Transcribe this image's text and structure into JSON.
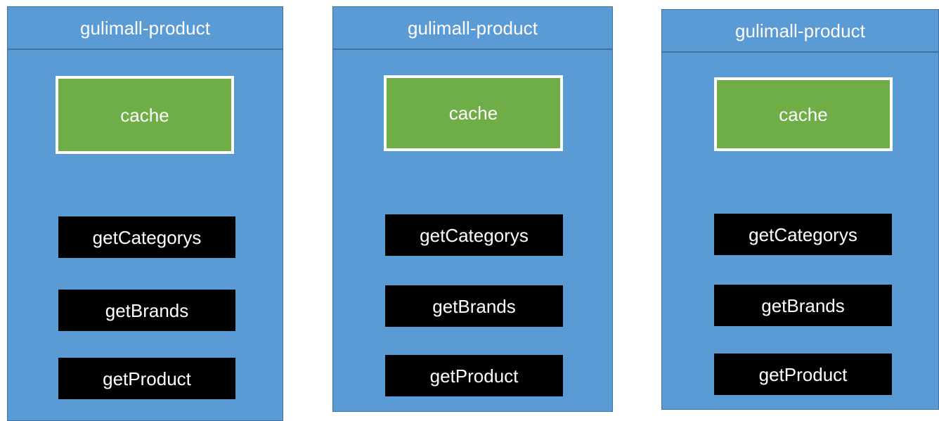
{
  "diagram": {
    "type": "deployment-replicas",
    "background": "#ffffff",
    "colors": {
      "panel_fill": "#5B9BD5",
      "panel_border": "#41719C",
      "cache_fill": "#6FAD46",
      "cache_border": "#FFFFFF",
      "method_fill": "#000000",
      "text_light": "#FFFFFF"
    },
    "panels": [
      {
        "id": "instance-1",
        "title": "gulimall-product",
        "cache": {
          "label": "cache"
        },
        "methods": [
          {
            "label": "getCategorys"
          },
          {
            "label": "getBrands"
          },
          {
            "label": "getProduct"
          }
        ]
      },
      {
        "id": "instance-2",
        "title": "gulimall-product",
        "cache": {
          "label": "cache"
        },
        "methods": [
          {
            "label": "getCategorys"
          },
          {
            "label": "getBrands"
          },
          {
            "label": "getProduct"
          }
        ]
      },
      {
        "id": "instance-3",
        "title": "gulimall-product",
        "cache": {
          "label": "cache"
        },
        "methods": [
          {
            "label": "getCategorys"
          },
          {
            "label": "getBrands"
          },
          {
            "label": "getProduct"
          }
        ]
      }
    ]
  }
}
